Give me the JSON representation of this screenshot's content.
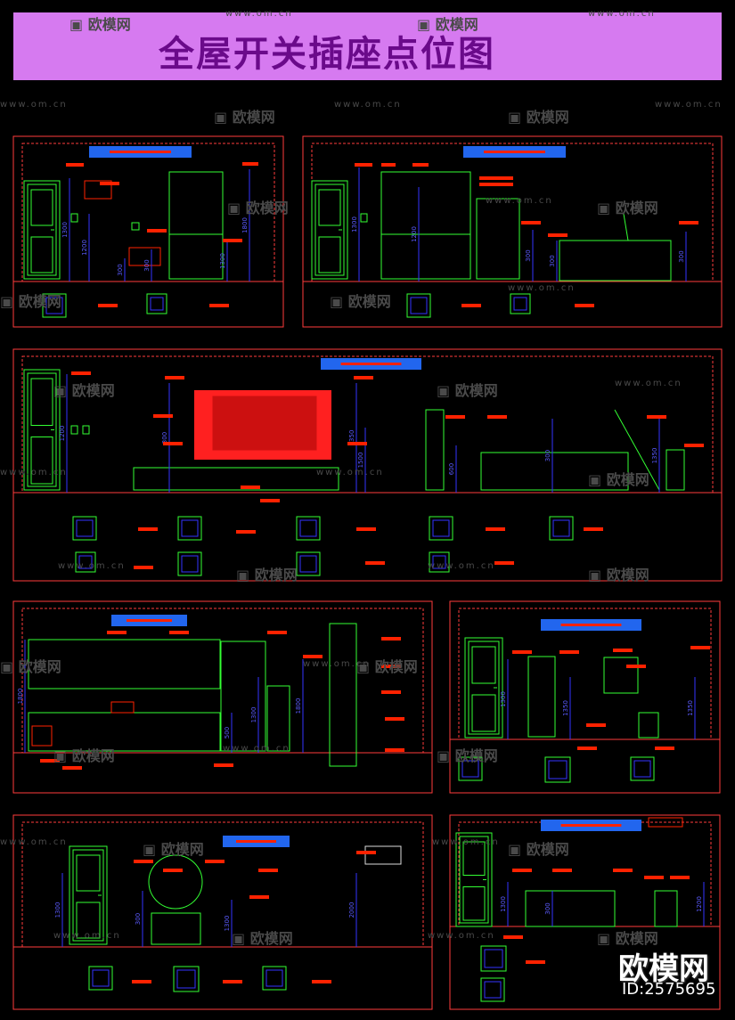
{
  "title": "全屋开关插座点位图",
  "watermark": {
    "brand": "欧模网",
    "url": "www.om.cn"
  },
  "brand_label": "欧模网",
  "id_label": "ID:2575695",
  "dimension_labels": [
    "1300",
    "1200",
    "300",
    "1800",
    "2000",
    "1350",
    "600",
    "1500",
    "500"
  ],
  "colors": {
    "banner": "#d67af0",
    "title": "#6a0a8a",
    "frame": "#ff3b3b",
    "furniture": "#33ff33",
    "dimension": "#3333ff",
    "tag": "#ff2200",
    "label_bar": "#2266ee",
    "tv": "#ff2020",
    "white_box": "#dddddd",
    "magenta": "#ff33ff"
  }
}
